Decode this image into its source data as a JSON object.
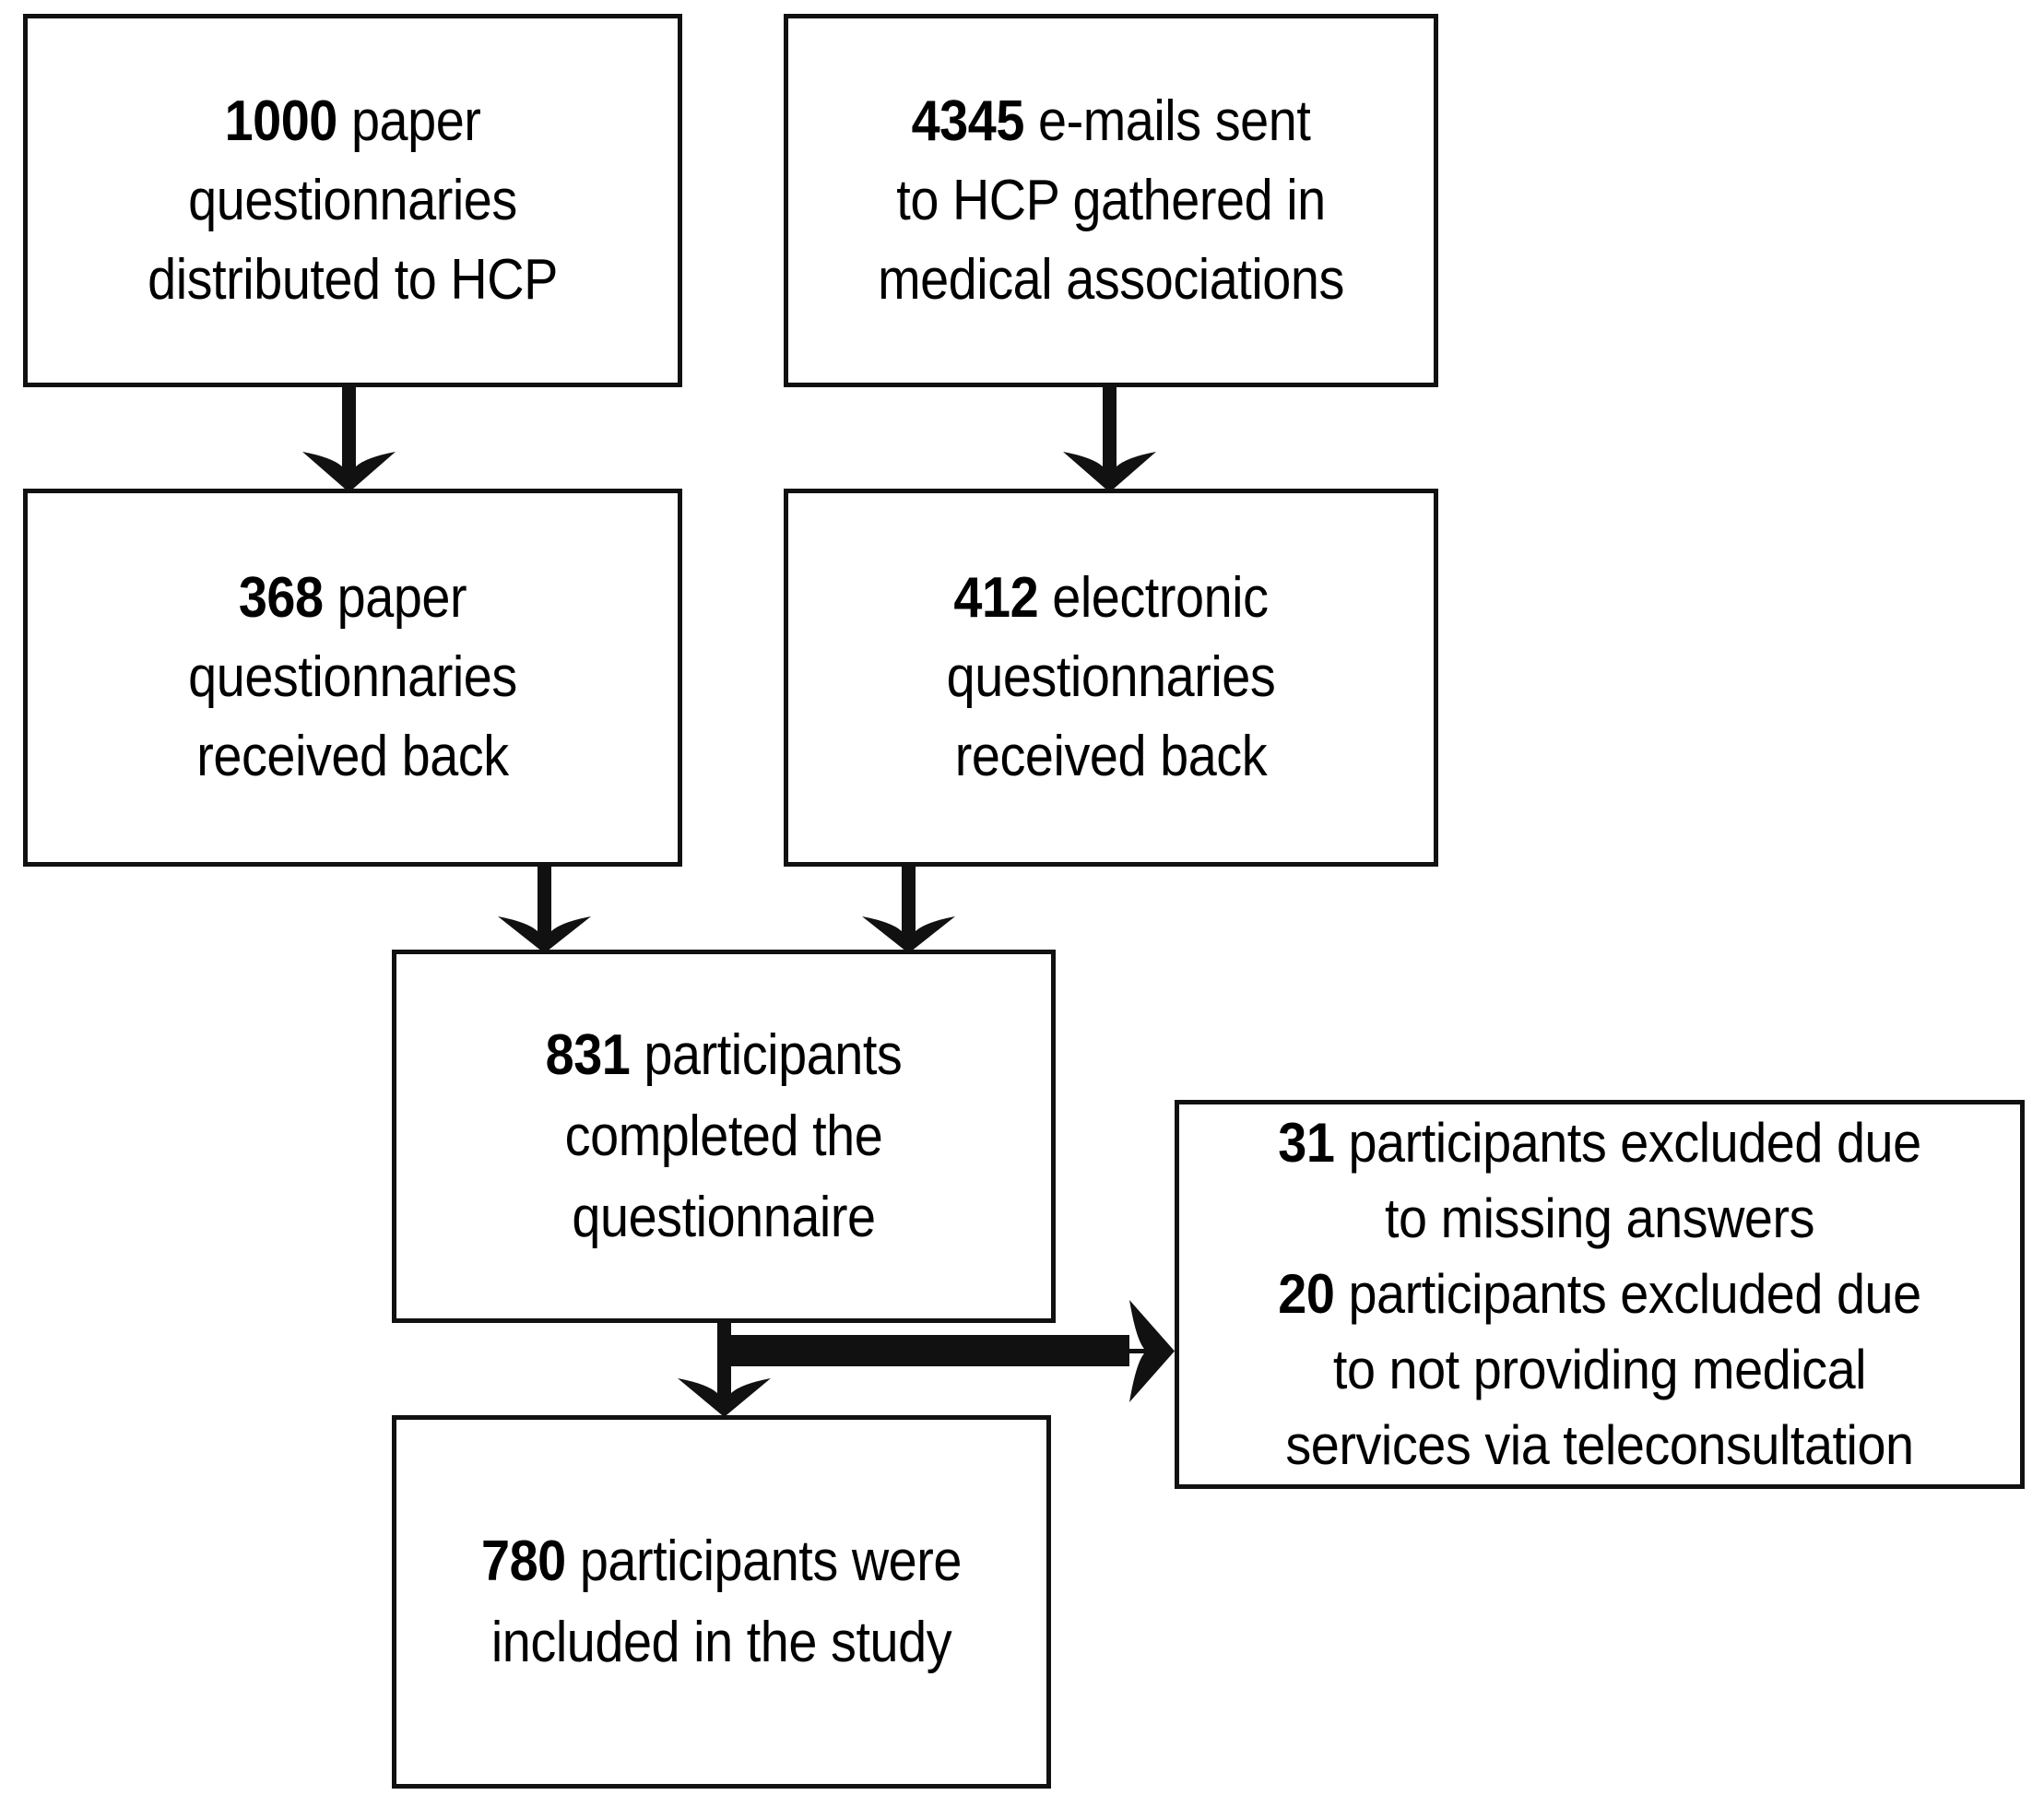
{
  "diagram": {
    "type": "study-participant-flowchart",
    "title": "",
    "colors": {
      "box_border": "#111111",
      "box_fill": "#ffffff",
      "connector": "#111111",
      "text": "#000000"
    },
    "nodes": [
      {
        "id": "paper-distributed",
        "count": "1000",
        "text": "1000 paper questionnaries distributed to HCP",
        "number": "1000",
        "rest": " paper\nquestionnaries\ndistributed to HCP"
      },
      {
        "id": "emails-sent",
        "count": "4345",
        "text": "4345 e-mails sent to HCP gathered in medical associations",
        "number": "4345",
        "rest": " e-mails sent\nto HCP gathered in\nmedical associations"
      },
      {
        "id": "paper-received",
        "count": "368",
        "text": "368 paper questionnaries received back",
        "number": "368",
        "rest": " paper\nquestionnaries\nreceived back"
      },
      {
        "id": "electronic-received",
        "count": "412",
        "text": "412 electronic questionnaries received back",
        "number": "412",
        "rest": " electronic\nquestionnaries\nreceived back"
      },
      {
        "id": "completed",
        "count": "831",
        "text": "831 participants completed the questionnaire",
        "number": "831",
        "rest": " participants\ncompleted the\nquestionnaire"
      },
      {
        "id": "excluded",
        "count": "31",
        "text": "31 participants excluded due to missing answers 20 participants excluded due to not providing medical services via teleconsultation",
        "number": "31",
        "rest": " participants excluded due\nto missing answers\n",
        "number2": "20",
        "rest2": " participants excluded due\nto not providing medical\nservices via teleconsultation"
      },
      {
        "id": "included",
        "count": "780",
        "text": "780 participants were included in the study",
        "number": "780",
        "rest": " participants were\nincluded in the study"
      }
    ],
    "edges": [
      {
        "id": "paper-distributed-to-paper-received",
        "from": "paper-distributed",
        "to": "paper-received",
        "direction": "down"
      },
      {
        "id": "emails-sent-to-electronic-received",
        "from": "emails-sent",
        "to": "electronic-received",
        "direction": "down"
      },
      {
        "id": "paper-received-to-completed",
        "from": "paper-received",
        "to": "completed",
        "direction": "down"
      },
      {
        "id": "electronic-received-to-completed",
        "from": "electronic-received",
        "to": "completed",
        "direction": "down"
      },
      {
        "id": "completed-to-included",
        "from": "completed",
        "to": "included",
        "direction": "down"
      },
      {
        "id": "completed-to-excluded",
        "from": "completed",
        "to": "excluded",
        "direction": "right"
      }
    ]
  }
}
